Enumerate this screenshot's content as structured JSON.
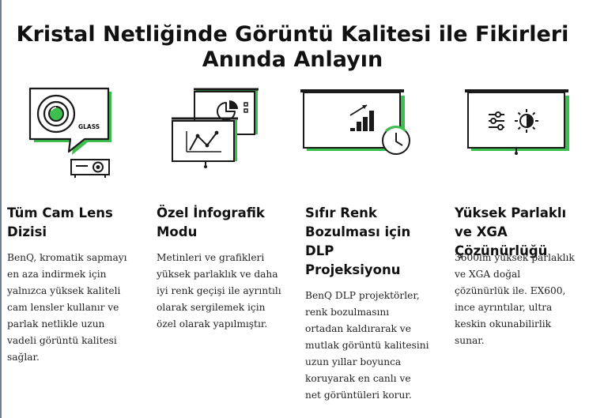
{
  "header": {
    "title_line1": "Kristal Netliğinde Görüntü Kalitesi ile Fikirleri",
    "title_line2": "Anında Anlayın"
  },
  "features": [
    {
      "icon": "lens-glass-projector-icon",
      "title_lines": [
        "Tüm Cam Lens",
        "Dizisi"
      ],
      "desc_lines": [
        "BenQ, kromatik sapmayı",
        "en aza indirmek için",
        "yalnızca yüksek kaliteli",
        "cam lensler kullanır ve",
        "parlak netlikle uzun",
        "vadeli görüntü kalitesi",
        "sağlar."
      ],
      "icon_label": "GLASS"
    },
    {
      "icon": "infographic-screens-icon",
      "title_lines": [
        "Özel İnfografik",
        "Modu"
      ],
      "desc_lines": [
        "Metinleri ve grafikleri",
        "yüksek parlaklık ve daha",
        "iyi renk geçişi ile ayrıntılı",
        "olarak sergilemek için",
        "özel olarak yapılmıştır."
      ]
    },
    {
      "icon": "dlp-bar-chart-clock-icon",
      "title_lines": [
        "Sıfır Renk",
        "Bozulması için",
        "DLP",
        "Projeksiyonu"
      ],
      "desc_lines": [
        "BenQ DLP projektörler,",
        "renk bozulmasını",
        "ortadan kaldırarak ve",
        "mutlak görüntü kalitesini",
        "uzun yıllar boyunca",
        "koruyarak en canlı ve",
        "net görüntüleri korur."
      ]
    },
    {
      "icon": "brightness-sliders-icon",
      "title_lines": [
        "Yüksek Parlaklı",
        "ve XGA",
        "Çözünürlüğü"
      ],
      "desc_lines": [
        "3600lm yüksek parlaklık",
        "ve XGA doğal",
        "çözünürlük ile. EX600,",
        "ince ayrıntılar, ultra",
        "keskin okunabilirlik",
        "sunar."
      ]
    }
  ],
  "colors": {
    "accent": "#3dbf4f",
    "stroke": "#1a1a1a"
  }
}
